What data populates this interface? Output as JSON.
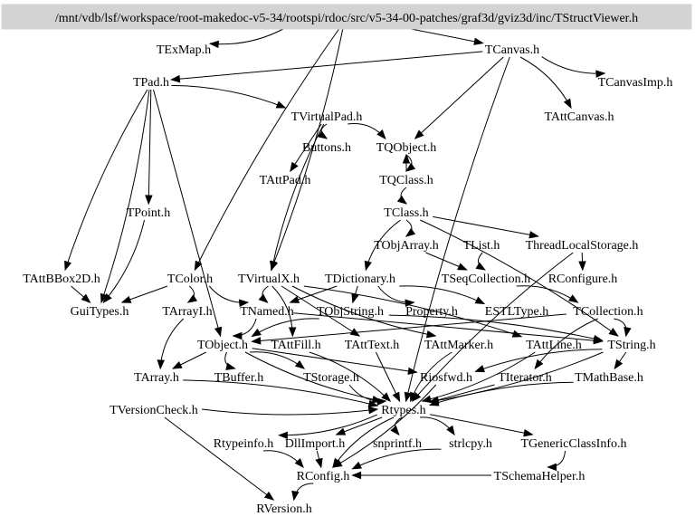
{
  "diagram": {
    "type": "include-dependency-graph",
    "root": {
      "id": "root",
      "label": "/mnt/vdb/lsf/workspace/root-makedoc-v5-34/rootspi/rdoc/src/v5-34-00-patches/graf3d/gviz3d/inc/TStructViewer.h",
      "highlight_color": "#d3d3d3"
    },
    "nodes": [
      {
        "id": "TExMap",
        "label": "TExMap.h"
      },
      {
        "id": "TCanvas",
        "label": "TCanvas.h"
      },
      {
        "id": "TPad",
        "label": "TPad.h"
      },
      {
        "id": "TCanvasImp",
        "label": "TCanvasImp.h"
      },
      {
        "id": "TVirtualPad",
        "label": "TVirtualPad.h"
      },
      {
        "id": "TAttCanvas",
        "label": "TAttCanvas.h"
      },
      {
        "id": "Buttons",
        "label": "Buttons.h"
      },
      {
        "id": "TQObject",
        "label": "TQObject.h"
      },
      {
        "id": "TAttPad",
        "label": "TAttPad.h"
      },
      {
        "id": "TQClass",
        "label": "TQClass.h"
      },
      {
        "id": "TPoint",
        "label": "TPoint.h"
      },
      {
        "id": "TClass",
        "label": "TClass.h"
      },
      {
        "id": "TObjArray",
        "label": "TObjArray.h"
      },
      {
        "id": "TList",
        "label": "TList.h"
      },
      {
        "id": "ThreadLocalStorage",
        "label": "ThreadLocalStorage.h"
      },
      {
        "id": "TAttBBox2D",
        "label": "TAttBBox2D.h"
      },
      {
        "id": "TColor",
        "label": "TColor.h"
      },
      {
        "id": "TVirtualX",
        "label": "TVirtualX.h"
      },
      {
        "id": "TDictionary",
        "label": "TDictionary.h"
      },
      {
        "id": "TSeqCollection",
        "label": "TSeqCollection.h"
      },
      {
        "id": "RConfigure",
        "label": "RConfigure.h"
      },
      {
        "id": "GuiTypes",
        "label": "GuiTypes.h"
      },
      {
        "id": "TArrayI",
        "label": "TArrayI.h"
      },
      {
        "id": "TNamed",
        "label": "TNamed.h"
      },
      {
        "id": "TObjString",
        "label": "TObjString.h"
      },
      {
        "id": "Property",
        "label": "Property.h"
      },
      {
        "id": "ESTLType",
        "label": "ESTLType.h"
      },
      {
        "id": "TCollection",
        "label": "TCollection.h"
      },
      {
        "id": "TObject",
        "label": "TObject.h"
      },
      {
        "id": "TAttFill",
        "label": "TAttFill.h"
      },
      {
        "id": "TAttText",
        "label": "TAttText.h"
      },
      {
        "id": "TAttMarker",
        "label": "TAttMarker.h"
      },
      {
        "id": "TAttLine",
        "label": "TAttLine.h"
      },
      {
        "id": "TString",
        "label": "TString.h"
      },
      {
        "id": "TArray",
        "label": "TArray.h"
      },
      {
        "id": "TBuffer",
        "label": "TBuffer.h"
      },
      {
        "id": "TStorage",
        "label": "TStorage.h"
      },
      {
        "id": "Riosfwd",
        "label": "Riosfwd.h"
      },
      {
        "id": "TIterator",
        "label": "TIterator.h"
      },
      {
        "id": "TMathBase",
        "label": "TMathBase.h"
      },
      {
        "id": "TVersionCheck",
        "label": "TVersionCheck.h"
      },
      {
        "id": "Rtypes",
        "label": "Rtypes.h"
      },
      {
        "id": "Rtypeinfo",
        "label": "Rtypeinfo.h"
      },
      {
        "id": "DllImport",
        "label": "DllImport.h"
      },
      {
        "id": "snprintf",
        "label": "snprintf.h"
      },
      {
        "id": "strlcpy",
        "label": "strlcpy.h"
      },
      {
        "id": "TGenericClassInfo",
        "label": "TGenericClassInfo.h"
      },
      {
        "id": "RConfig",
        "label": "RConfig.h"
      },
      {
        "id": "TSchemaHelper",
        "label": "TSchemaHelper.h"
      },
      {
        "id": "RVersion",
        "label": "RVersion.h"
      }
    ],
    "edges": [
      [
        "root",
        "TExMap"
      ],
      [
        "root",
        "TCanvas"
      ],
      [
        "root",
        "TColor"
      ],
      [
        "root",
        "TVirtualX"
      ],
      [
        "TCanvas",
        "TPad"
      ],
      [
        "TCanvas",
        "TCanvasImp"
      ],
      [
        "TCanvas",
        "TAttCanvas"
      ],
      [
        "TCanvas",
        "TQObject"
      ],
      [
        "TCanvas",
        "Rtypes"
      ],
      [
        "TPad",
        "TVirtualPad"
      ],
      [
        "TPad",
        "TPoint"
      ],
      [
        "TPad",
        "TAttBBox2D"
      ],
      [
        "TPad",
        "GuiTypes"
      ],
      [
        "TPad",
        "TObject"
      ],
      [
        "TVirtualPad",
        "Buttons"
      ],
      [
        "TVirtualPad",
        "TQObject"
      ],
      [
        "TVirtualPad",
        "TAttPad"
      ],
      [
        "TVirtualPad",
        "TVirtualX"
      ],
      [
        "TQObject",
        "TQClass"
      ],
      [
        "TQClass",
        "TQObject"
      ],
      [
        "TQClass",
        "TClass"
      ],
      [
        "TClass",
        "TObjArray"
      ],
      [
        "TClass",
        "ThreadLocalStorage"
      ],
      [
        "TClass",
        "TDictionary"
      ],
      [
        "TClass",
        "TString"
      ],
      [
        "TObjArray",
        "TSeqCollection"
      ],
      [
        "TList",
        "TSeqCollection"
      ],
      [
        "TSeqCollection",
        "TCollection"
      ],
      [
        "ThreadLocalStorage",
        "RConfigure"
      ],
      [
        "ThreadLocalStorage",
        "Rtypes"
      ],
      [
        "TPoint",
        "GuiTypes"
      ],
      [
        "TAttBBox2D",
        "GuiTypes"
      ],
      [
        "TColor",
        "TNamed"
      ],
      [
        "TColor",
        "TArrayI"
      ],
      [
        "TColor",
        "GuiTypes"
      ],
      [
        "TVirtualX",
        "TNamed"
      ],
      [
        "TVirtualX",
        "TAttFill"
      ],
      [
        "TVirtualX",
        "TAttText"
      ],
      [
        "TVirtualX",
        "TAttMarker"
      ],
      [
        "TVirtualX",
        "TAttLine"
      ],
      [
        "TDictionary",
        "TNamed"
      ],
      [
        "TDictionary",
        "Property"
      ],
      [
        "TDictionary",
        "ESTLType"
      ],
      [
        "TDictionary",
        "TObjString"
      ],
      [
        "TArrayI",
        "TArray"
      ],
      [
        "TNamed",
        "TObject"
      ],
      [
        "TNamed",
        "TString"
      ],
      [
        "TObjString",
        "TObject"
      ],
      [
        "TObjString",
        "TString"
      ],
      [
        "TCollection",
        "TObject"
      ],
      [
        "TCollection",
        "TIterator"
      ],
      [
        "TCollection",
        "TString"
      ],
      [
        "TObject",
        "TArray"
      ],
      [
        "TObject",
        "TBuffer"
      ],
      [
        "TObject",
        "TStorage"
      ],
      [
        "TObject",
        "Riosfwd"
      ],
      [
        "TObject",
        "Rtypes"
      ],
      [
        "TAttFill",
        "Rtypes"
      ],
      [
        "TAttText",
        "Rtypes"
      ],
      [
        "TAttMarker",
        "Rtypes"
      ],
      [
        "TAttLine",
        "Rtypes"
      ],
      [
        "TString",
        "TMathBase"
      ],
      [
        "TString",
        "Riosfwd"
      ],
      [
        "TString",
        "Rtypes"
      ],
      [
        "TBuffer",
        "TBuffer"
      ],
      [
        "TStorage",
        "Rtypes"
      ],
      [
        "TArray",
        "Rtypes"
      ],
      [
        "TIterator",
        "Rtypes"
      ],
      [
        "TMathBase",
        "Rtypes"
      ],
      [
        "Riosfwd",
        "RConfig"
      ],
      [
        "TVersionCheck",
        "RVersion"
      ],
      [
        "TVersionCheck",
        "Rtypes"
      ],
      [
        "Rtypes",
        "Rtypeinfo"
      ],
      [
        "Rtypes",
        "DllImport"
      ],
      [
        "Rtypes",
        "snprintf"
      ],
      [
        "Rtypes",
        "strlcpy"
      ],
      [
        "Rtypes",
        "TGenericClassInfo"
      ],
      [
        "Rtypes",
        "RConfig"
      ],
      [
        "Rtypeinfo",
        "RConfig"
      ],
      [
        "DllImport",
        "RConfig"
      ],
      [
        "strlcpy",
        "RConfig"
      ],
      [
        "TGenericClassInfo",
        "TSchemaHelper"
      ],
      [
        "TSchemaHelper",
        "RConfig"
      ],
      [
        "RConfig",
        "RVersion"
      ]
    ]
  }
}
